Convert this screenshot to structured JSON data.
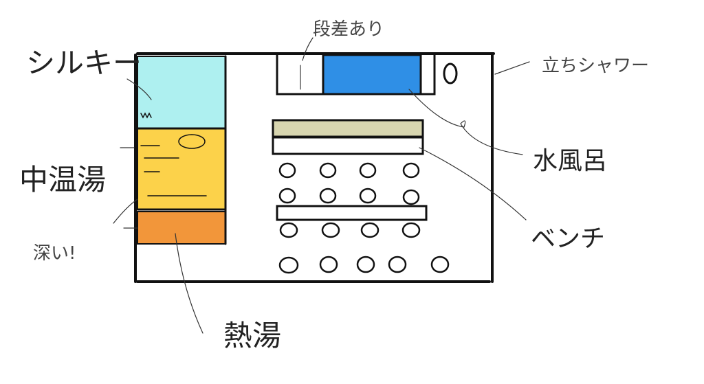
{
  "labels": {
    "silky": "シルキー",
    "medium_bath": "中温湯",
    "deep": "深い!",
    "hot_bath": "熱湯",
    "step": "段差あり",
    "standing_shower": "立ちシャワー",
    "cold_bath": "水風呂",
    "bench": "ベンチ"
  },
  "colors": {
    "silky": "#aef0f0",
    "medium": "#fcd24a",
    "hot": "#f2963a",
    "cold": "#2f8fe6",
    "bench": "#d8d6b0",
    "ink": "#111111"
  }
}
